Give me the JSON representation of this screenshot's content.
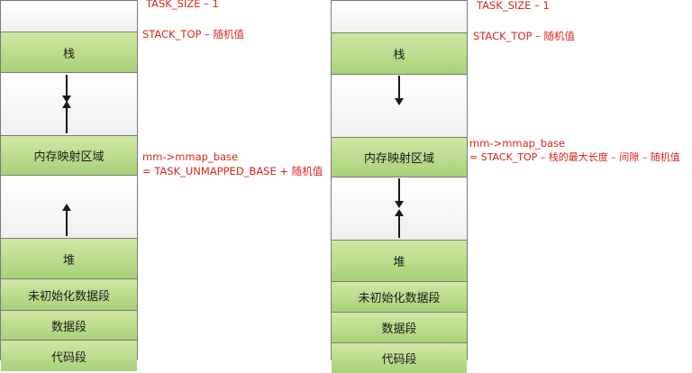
{
  "left": {
    "segments": [
      "栈",
      "内存映射区域",
      "堆",
      "未初始化数据段",
      "数据段",
      "代码段"
    ],
    "labels": {
      "task_size": "TASK_SIZE – 1",
      "stack_top": "STACK_TOP – 随机值",
      "mmap_line1": "mm->mmap_base",
      "mmap_line2": "= TASK_UNMAPPED_BASE + 随机值"
    }
  },
  "right": {
    "segments": [
      "栈",
      "内存映射区域",
      "堆",
      "未初始化数据段",
      "数据段",
      "代码段"
    ],
    "labels": {
      "task_size": "TASK_SIZE – 1",
      "stack_top": "STACK_TOP – 随机值",
      "mmap_line1": "mm->mmap_base",
      "mmap_line2": "= STACK_TOP – 栈的最大长度 – 间隙 – 随机值"
    }
  },
  "colors": {
    "green": "#b5d98a",
    "label_red": "#d9261c",
    "border": "#7a7a7a"
  }
}
